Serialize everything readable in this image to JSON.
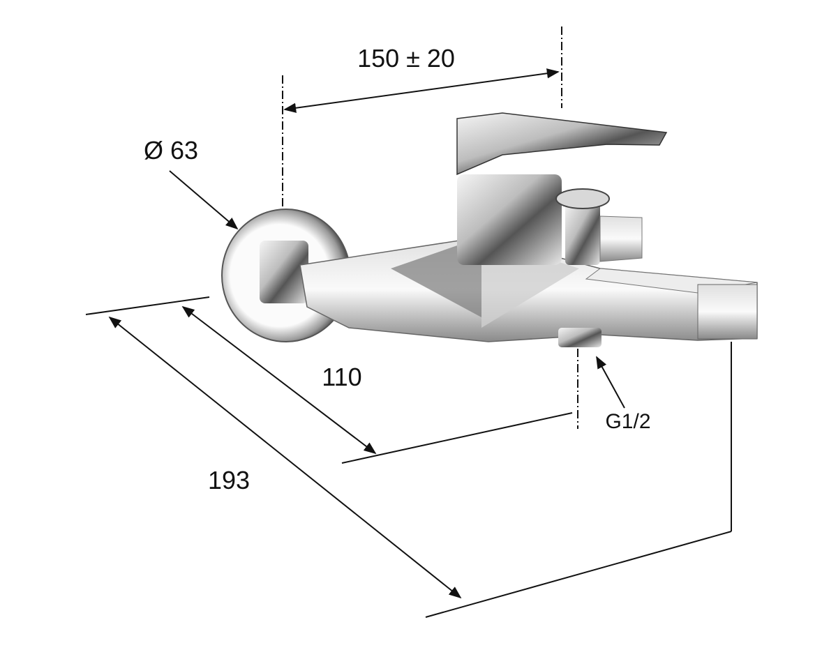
{
  "dimensions": {
    "center_distance": "150 ± 20",
    "plate_diameter": "Ø 63",
    "outlet_depth": "110",
    "spout_depth": "193",
    "thread": "G1/2"
  },
  "colors": {
    "line": "#111111",
    "chrome_dark": "#3a3a3a",
    "chrome_mid": "#9a9a9a",
    "chrome_light": "#f2f2f2"
  }
}
